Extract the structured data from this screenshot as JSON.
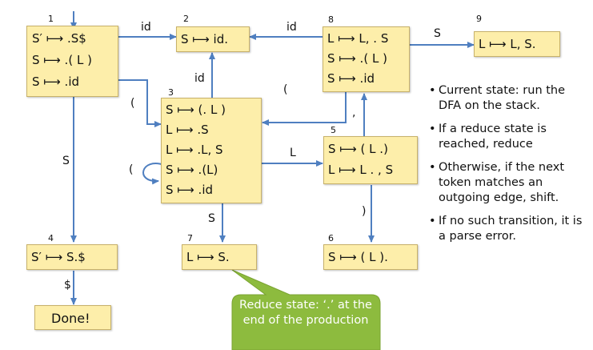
{
  "colors": {
    "state_fill": "#fdeeaa",
    "arrow": "#4f7fc0",
    "callout_fill": "#8dbb3e"
  },
  "states": [
    {
      "id": "1",
      "rules": [
        "S′ ⟼ .S$",
        "S ⟼ .( L )",
        "S ⟼ .id"
      ]
    },
    {
      "id": "2",
      "rules": [
        "S ⟼ id."
      ]
    },
    {
      "id": "3",
      "rules": [
        "S ⟼ (. L )",
        "L ⟼ .S",
        "L ⟼ .L, S",
        "S ⟼ .(L)",
        "S ⟼ .id"
      ]
    },
    {
      "id": "4",
      "rules": [
        "S′ ⟼ S.$"
      ]
    },
    {
      "id": "5",
      "rules": [
        "S ⟼ ( L .)",
        "L ⟼ L . , S"
      ]
    },
    {
      "id": "6",
      "rules": [
        "S ⟼ ( L )."
      ]
    },
    {
      "id": "7",
      "rules": [
        "L ⟼ S."
      ]
    },
    {
      "id": "8",
      "rules": [
        "L ⟼ L, . S",
        "S ⟼ .( L )",
        "S ⟼ .id"
      ]
    },
    {
      "id": "9",
      "rules": [
        "L ⟼ L, S."
      ]
    }
  ],
  "done_label": "Done!",
  "edges": {
    "e1_2": "id",
    "e8_2": "id",
    "e3_2": "id",
    "e8_9": "S",
    "e1_3": "(",
    "e8_3": "(",
    "e3_self": "(",
    "e1_4": "S",
    "e3_5": "L",
    "e5_8": ",",
    "e5_6": ")",
    "e3_7": "S",
    "e4_done": "$"
  },
  "callout": "Reduce state: ‘.’ at the end of the production",
  "bullets": [
    "Current state: run the DFA on the stack.",
    "If a reduce state is reached, reduce",
    "Otherwise, if the next token matches an outgoing edge, shift.",
    "If no such transition, it is a parse error."
  ]
}
